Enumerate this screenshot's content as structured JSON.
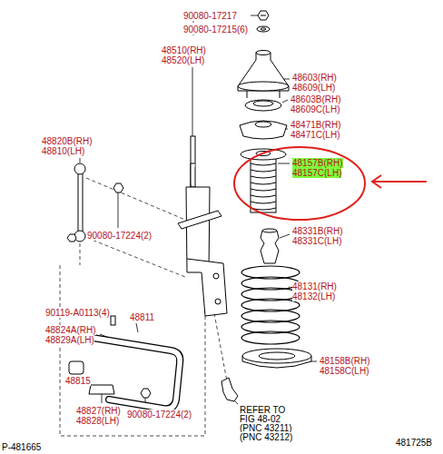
{
  "diagram": {
    "labels": [
      "90080-17217",
      "90080-17215(6)",
      "48510(RH)",
      "48520(LH)",
      "48603(RH)",
      "48609(LH)",
      "48603B(RH)",
      "48609C(LH)",
      "48471B(RH)",
      "48471C(LH)",
      "48820B(RH)",
      "48810(LH)",
      "48157B(RH)",
      "48157C(LH)",
      "90080-17224(2)",
      "48331B(RH)",
      "48331C(LH)",
      "48131(RH)",
      "48132(LH)",
      "90119-A0113(4)",
      "48811",
      "48824A(RH)",
      "48829A(LH)",
      "48158B(RH)",
      "48158C(LH)",
      "48815",
      "48827(RH)",
      "48828(LH)",
      "90080-17224(2)",
      "REFER TO",
      "FIG 48-02",
      "(PNC 43211)",
      "(PNC 43212)",
      "P-481665",
      "481725B"
    ]
  }
}
